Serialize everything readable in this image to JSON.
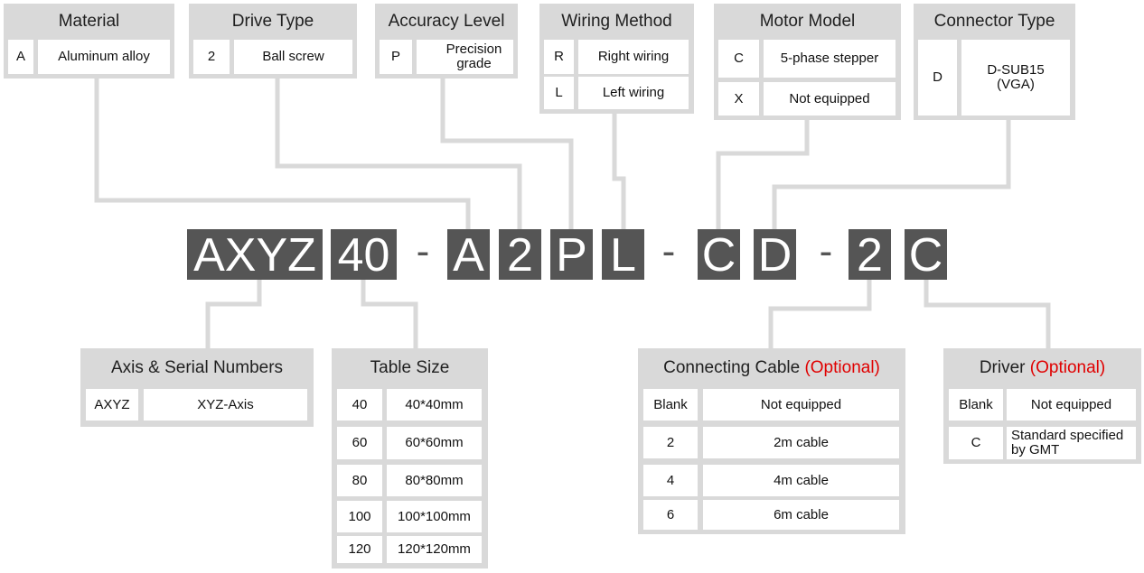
{
  "colors": {
    "code_bg": "#555555",
    "panel_bg": "#d9d9d9",
    "connector": "#d9d9d9",
    "optional": "#e00000"
  },
  "code": {
    "axis": "AXYZ",
    "size": "40",
    "sep": "-",
    "material": "A",
    "drive": "2",
    "accuracy": "P",
    "wiring": "L",
    "motor": "C",
    "connector": "D",
    "cable": "2",
    "driver": "C"
  },
  "material": {
    "title": "Material",
    "rows": [
      {
        "code": "A",
        "desc": "Aluminum alloy"
      }
    ]
  },
  "drive": {
    "title": "Drive Type",
    "rows": [
      {
        "code": "2",
        "desc": "Ball screw"
      }
    ]
  },
  "accuracy": {
    "title": "Accuracy Level",
    "rows": [
      {
        "code": "P",
        "desc": "Precision grade"
      }
    ]
  },
  "wiring": {
    "title": "Wiring Method",
    "rows": [
      {
        "code": "R",
        "desc": "Right wiring"
      },
      {
        "code": "L",
        "desc": "Left wiring"
      }
    ]
  },
  "motor": {
    "title": "Motor Model",
    "rows": [
      {
        "code": "C",
        "desc": "5-phase stepper"
      },
      {
        "code": "X",
        "desc": "Not equipped"
      }
    ]
  },
  "connector_type": {
    "title": "Connector Type",
    "rows": [
      {
        "code": "D",
        "desc": "D-SUB15 (VGA)"
      }
    ]
  },
  "axis": {
    "title": "Axis & Serial Numbers",
    "rows": [
      {
        "code": "AXYZ",
        "desc": "XYZ-Axis"
      }
    ]
  },
  "table_size": {
    "title": "Table Size",
    "rows": [
      {
        "code": "40",
        "desc": "40*40mm"
      },
      {
        "code": "60",
        "desc": "60*60mm"
      },
      {
        "code": "80",
        "desc": "80*80mm"
      },
      {
        "code": "100",
        "desc": "100*100mm"
      },
      {
        "code": "120",
        "desc": "120*120mm"
      }
    ]
  },
  "cable": {
    "title": "Connecting Cable",
    "optional": "(Optional)",
    "rows": [
      {
        "code": "Blank",
        "desc": "Not equipped"
      },
      {
        "code": "2",
        "desc": "2m cable"
      },
      {
        "code": "4",
        "desc": "4m cable"
      },
      {
        "code": "6",
        "desc": "6m cable"
      }
    ]
  },
  "driver": {
    "title": "Driver",
    "optional": "(Optional)",
    "rows": [
      {
        "code": "Blank",
        "desc": "Not equipped"
      },
      {
        "code": "C",
        "desc": "Standard specified by GMT"
      }
    ]
  }
}
